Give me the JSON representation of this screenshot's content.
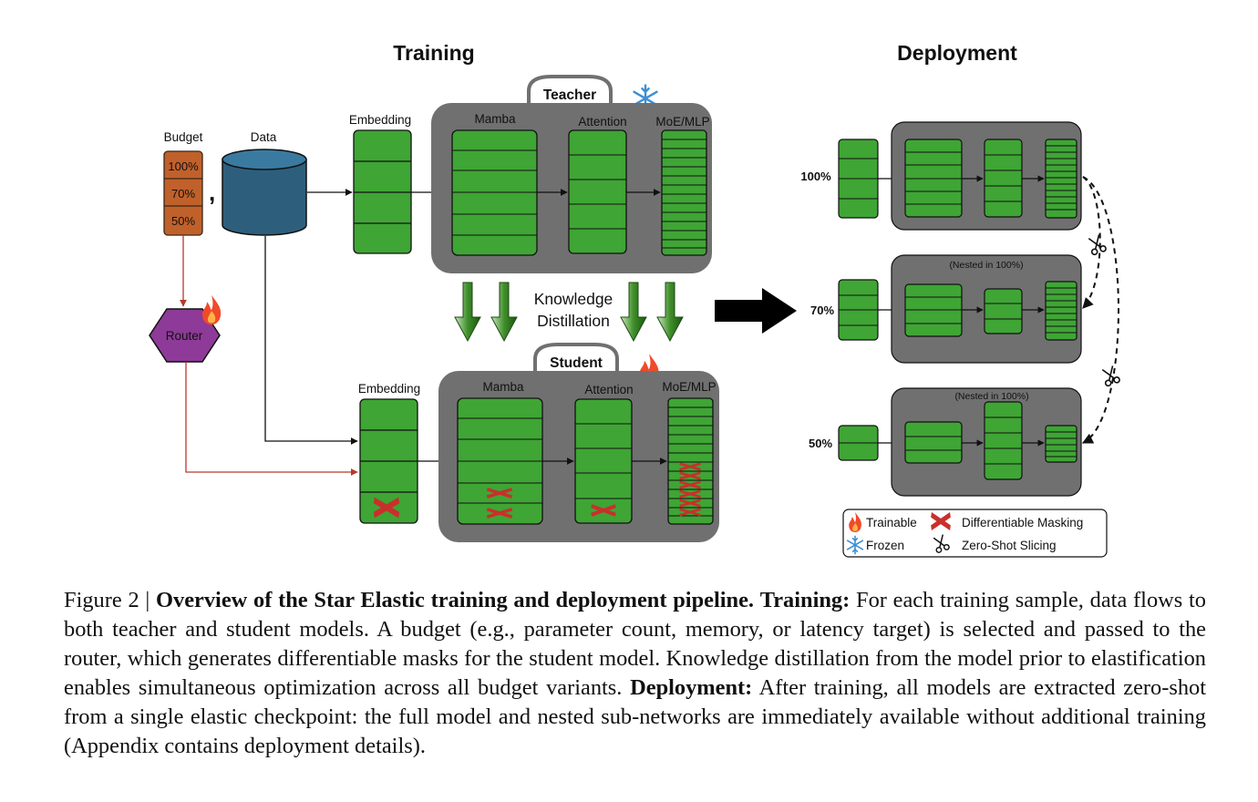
{
  "figure": {
    "training_title": "Training",
    "deployment_title": "Deployment",
    "budget_label": "Budget",
    "budget_levels": [
      "100%",
      "70%",
      "50%"
    ],
    "data_label": "Data",
    "comma": ",",
    "router_label": "Router",
    "teacher_label": "Teacher",
    "student_label": "Student",
    "embedding_label": "Embedding",
    "mamba_label": "Mamba",
    "attention_label": "Attention",
    "moe_label": "MoE/MLP",
    "kd_line1": "Knowledge",
    "kd_line2": "Distillation",
    "deploy_rows": [
      {
        "budget": "100%",
        "nested_note": ""
      },
      {
        "budget": "70%",
        "nested_note": "(Nested in 100%)"
      },
      {
        "budget": "50%",
        "nested_note": "(Nested in 100%)"
      }
    ],
    "legend": {
      "trainable": "Trainable",
      "frozen": "Frozen",
      "masking": "Differentiable Masking",
      "slicing": "Zero-Shot Slicing"
    },
    "colors": {
      "block_green": "#3fa535",
      "panel_gray": "#707070",
      "budget_orange": "#c0612b",
      "data_blue": "#2d5f7c",
      "router_purple": "#8e3a98",
      "mask_red": "#c8302b",
      "router_line_red": "#b8372f"
    }
  },
  "caption": {
    "prefix": "Figure 2 | ",
    "title": "Overview of the Star Elastic training and deployment pipeline.",
    "training_head": "Training:",
    "training_text": "For each training sample, data flows to both teacher and student models. A budget (e.g., parameter count, memory, or latency target) is selected and passed to the router, which generates differentiable masks for the student model. Knowledge distillation from the model prior to elastification enables simultaneous optimization across all budget variants.",
    "deployment_head": "Deployment:",
    "deployment_text": "After training, all models are extracted zero-shot from a single elastic checkpoint: the full model and nested sub-networks are immediately available without additional training (Appendix  contains deployment details)."
  }
}
